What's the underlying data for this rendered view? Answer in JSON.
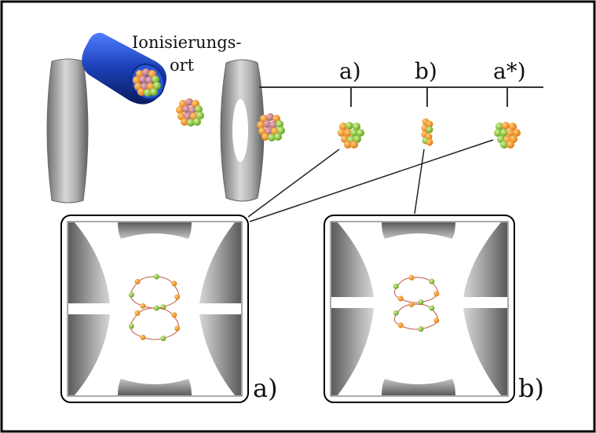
{
  "labels": {
    "source_line1": "Ionisierungs-",
    "source_line2": "ort",
    "stage_a": "a)",
    "stage_b": "b)",
    "stage_a_star": "a*)",
    "panel_a": "a)",
    "panel_b": "b)"
  },
  "colors": {
    "frame": "#000000",
    "electrode_gray": "#8a8a8a",
    "tube_blue": "#1a3fb5",
    "atom_orange": "#f28a1a",
    "atom_green": "#7cc22a",
    "atom_pink": "#c87a88",
    "trajectory": "#c0584a"
  }
}
